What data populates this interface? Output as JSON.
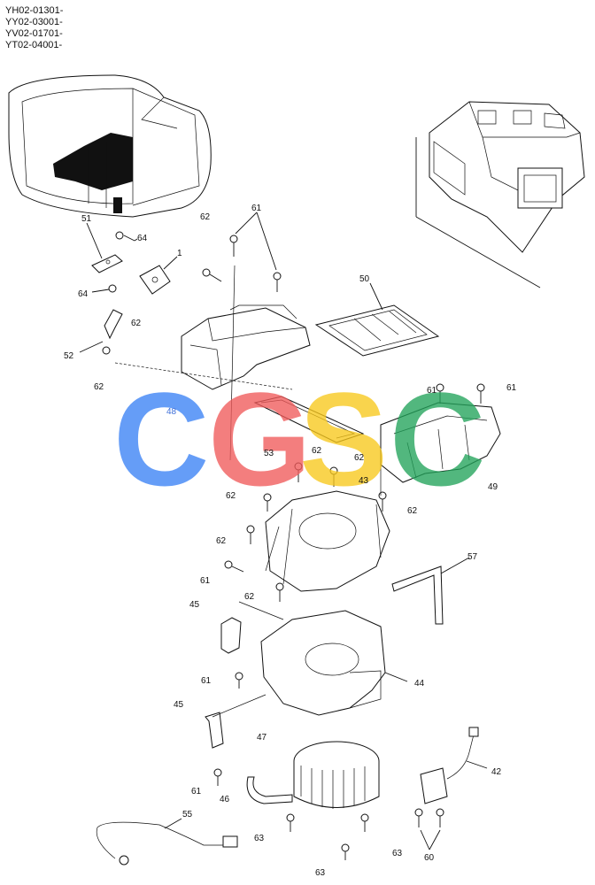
{
  "serial_numbers": [
    "YH02-01301-",
    "YY02-03001-",
    "YV02-01701-",
    "YT02-04001-"
  ],
  "watermark": {
    "letters": [
      "C",
      "G",
      "S",
      "C"
    ],
    "colors": [
      "#3b82f6",
      "#f05a5a",
      "#f8c81c",
      "#22a35a"
    ]
  },
  "labels": {
    "p1": "1",
    "p42": "42",
    "p43": "43",
    "p44": "44",
    "p45a": "45",
    "p45b": "45",
    "p46": "46",
    "p47": "47",
    "p48": "48",
    "p49": "49",
    "p50": "50",
    "p51": "51",
    "p52": "52",
    "p53": "53",
    "p55": "55",
    "p57": "57",
    "p60": "60",
    "p61a": "61",
    "p61b": "61",
    "p61c": "61",
    "p61d": "61",
    "p61e": "61",
    "p61f": "61",
    "p62a": "62",
    "p62b": "62",
    "p62c": "62",
    "p62d": "62",
    "p62e": "62",
    "p62f": "62",
    "p62g": "62",
    "p62h": "62",
    "p62i": "62",
    "p63a": "63",
    "p63b": "63",
    "p63c": "63",
    "p64a": "64",
    "p64b": "64"
  },
  "colors": {
    "line": "#111111",
    "accent_label": "#3f6fd8"
  }
}
